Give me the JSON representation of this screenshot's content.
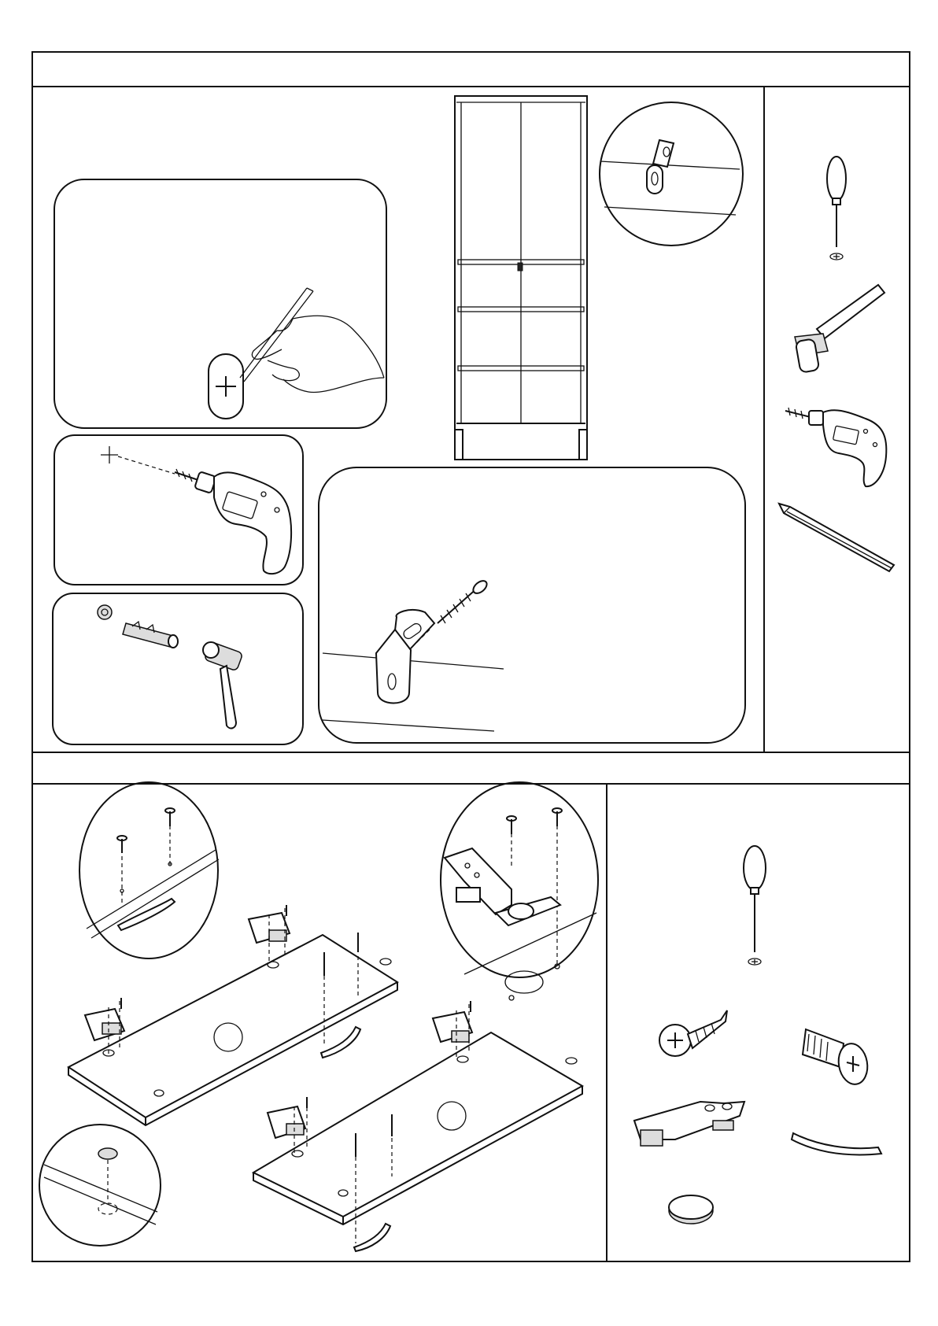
{
  "document": {
    "type": "assembly-instructions",
    "sections": [
      {
        "id": "wall-anchoring",
        "panels": [
          "mark-wall",
          "drill-hole",
          "insert-plug",
          "overview-cabinet",
          "bracket-detail",
          "screw-bracket"
        ],
        "tools": [
          "screwdriver-icon",
          "hammer-icon",
          "drill-icon",
          "pencil-icon"
        ]
      },
      {
        "id": "door-hinges",
        "panels": [
          "door-panels",
          "screw-detail",
          "hinge-detail",
          "cap-detail"
        ],
        "parts": [
          "screwdriver-icon",
          "wood-screw-icon",
          "machine-screw-icon",
          "hinge-icon",
          "handle-icon",
          "cap-icon"
        ]
      }
    ]
  }
}
